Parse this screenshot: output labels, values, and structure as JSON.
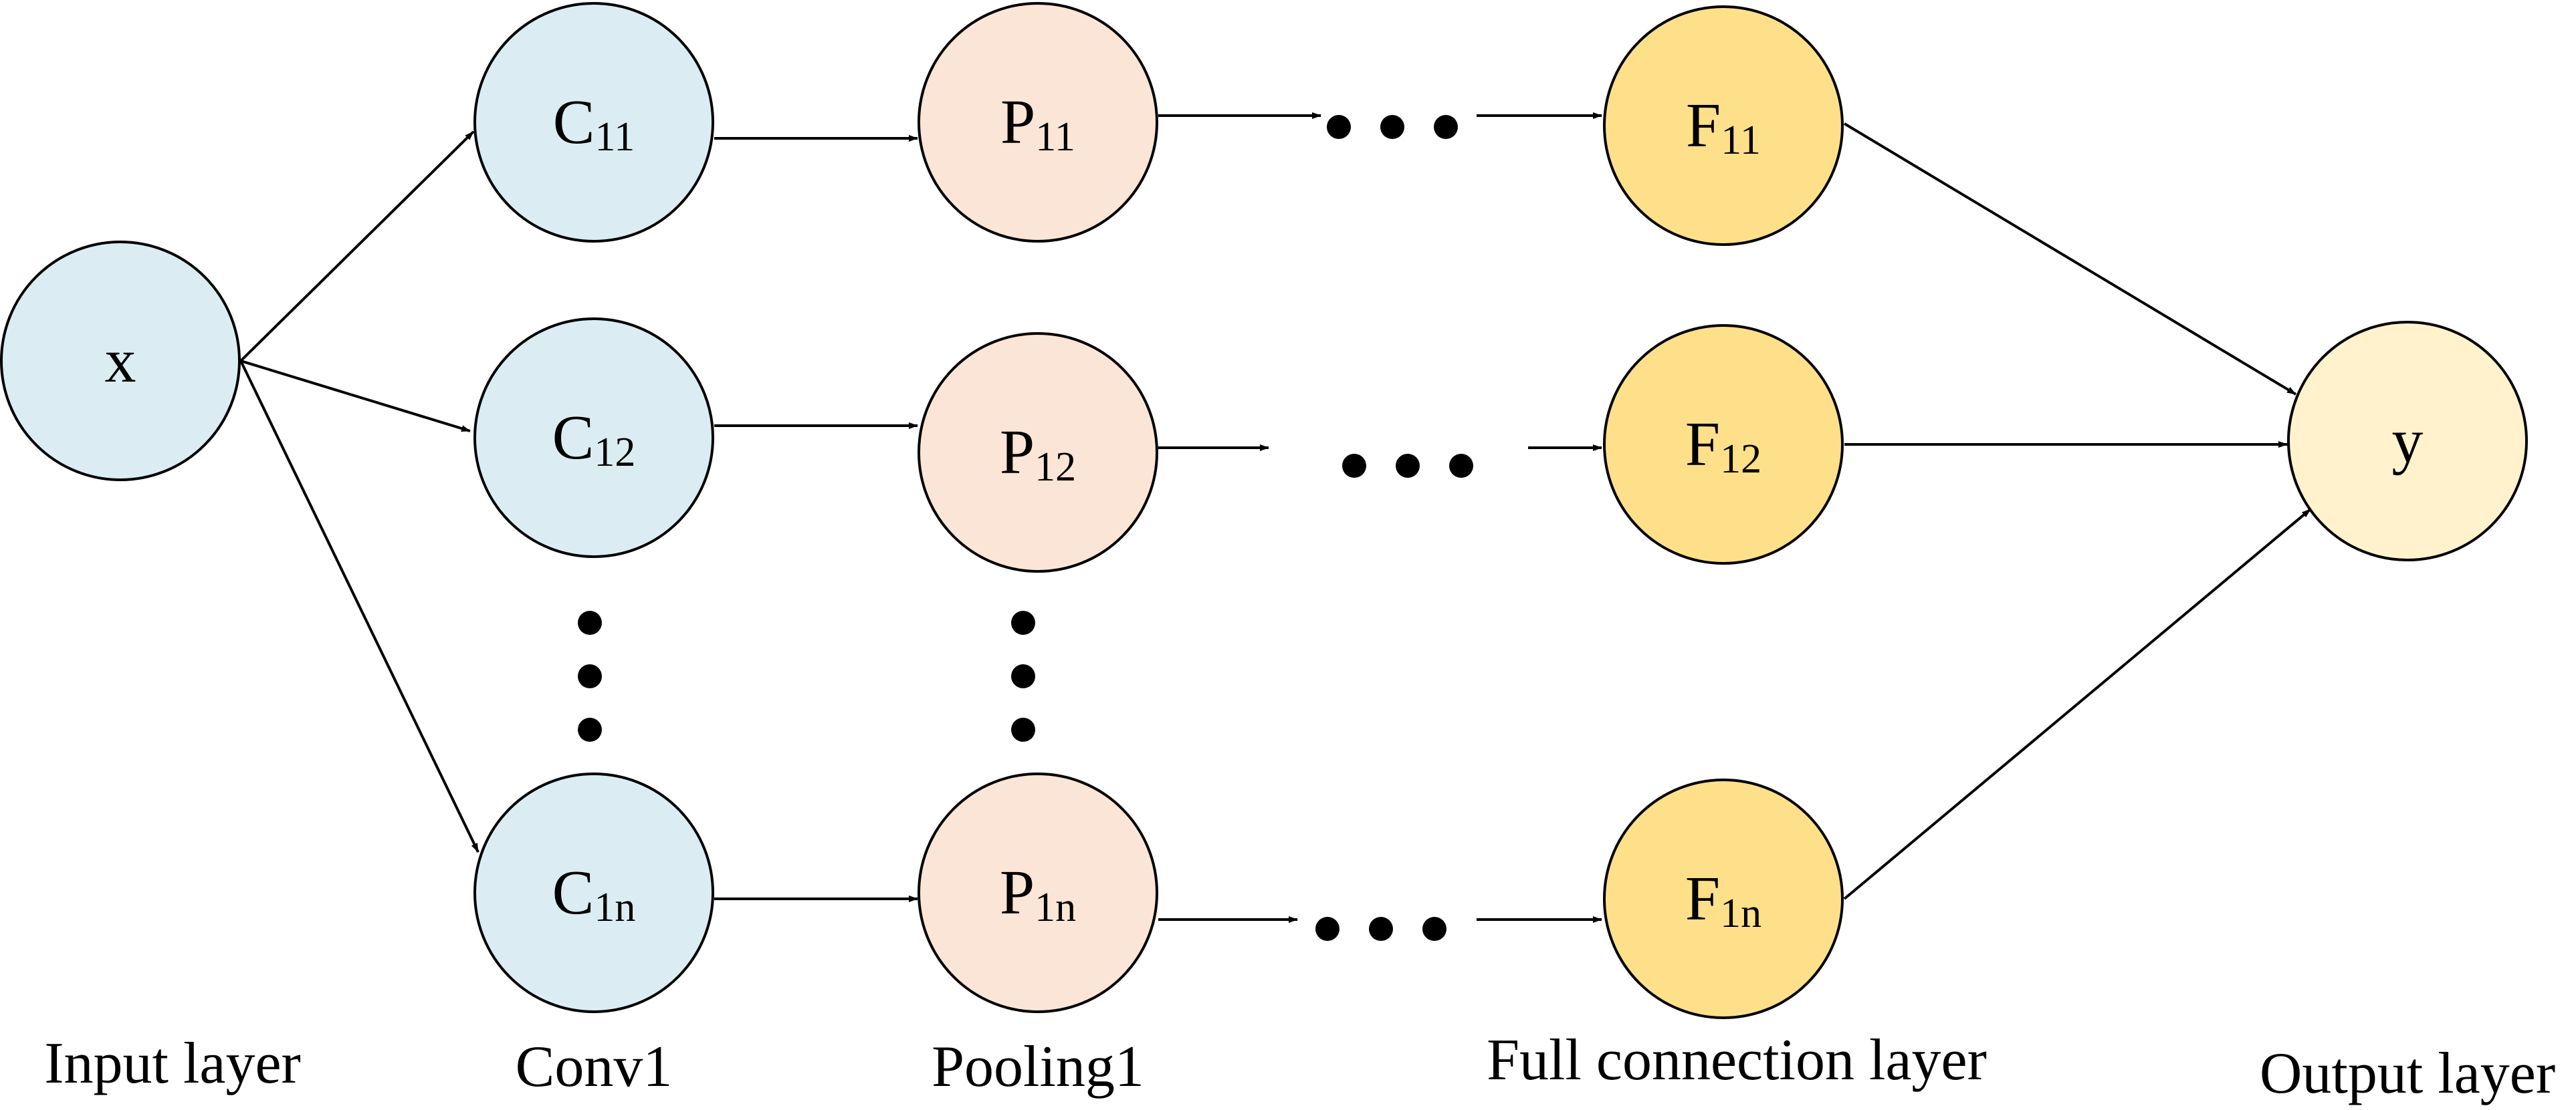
{
  "colors": {
    "input_node": "#dbedf3",
    "conv_node": "#dbedf3",
    "pool_node": "#fbe5d6",
    "fc_node": "#ffe08a",
    "output_node": "#fff2cc",
    "stroke": "#000000"
  },
  "nodes": {
    "x": {
      "main": "x",
      "sub": ""
    },
    "c11": {
      "main": "C",
      "sub": "11"
    },
    "c12": {
      "main": "C",
      "sub": "12"
    },
    "c1n": {
      "main": "C",
      "sub": "1n"
    },
    "p11": {
      "main": "P",
      "sub": "11"
    },
    "p12": {
      "main": "P",
      "sub": "12"
    },
    "p1n": {
      "main": "P",
      "sub": "1n"
    },
    "f11": {
      "main": "F",
      "sub": "11"
    },
    "f12": {
      "main": "F",
      "sub": "12"
    },
    "f1n": {
      "main": "F",
      "sub": "1n"
    },
    "y": {
      "main": "y",
      "sub": ""
    }
  },
  "layer_labels": {
    "input": "Input layer",
    "conv": "Conv1",
    "pooling": "Pooling1",
    "full_connection": "Full connection layer",
    "output": "Output layer"
  }
}
